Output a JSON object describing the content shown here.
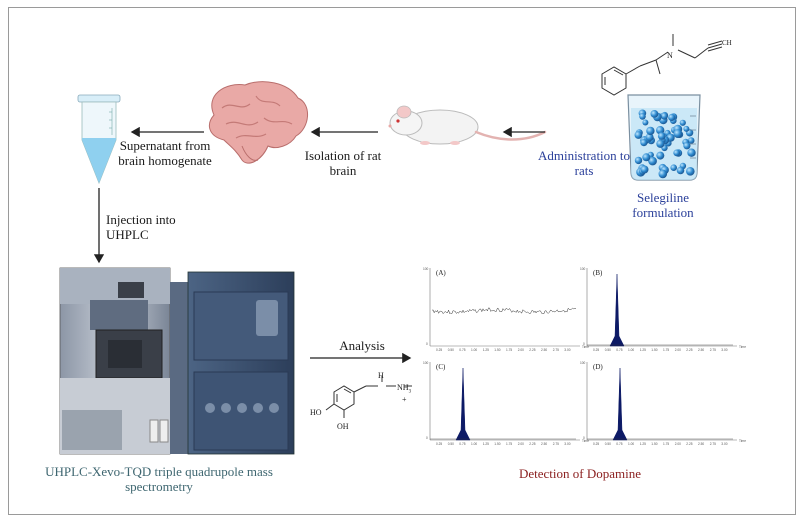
{
  "flow": {
    "supernatant_label": "Supernatant from brain homogenate",
    "isolation_label": "Isolation of rat brain",
    "administration_label": "Administration to rats",
    "formulation_label": "Selegiline formulation",
    "injection_label": "Injection into UHPLC",
    "analysis_label": "Analysis",
    "instrument_label": "UHPLC-Xevo-TQD triple quadrupole mass spectrometry",
    "detection_label": "Detection of Dopamine"
  },
  "chromatograms": {
    "panels": [
      {
        "tag": "(A)",
        "peak": false
      },
      {
        "tag": "(B)",
        "peak": true
      },
      {
        "tag": "(C)",
        "peak": true
      },
      {
        "tag": "(D)",
        "peak": true
      }
    ],
    "x_ticks": [
      "0.25",
      "0.50",
      "0.75",
      "1.00",
      "1.25",
      "1.50",
      "1.75",
      "2.00",
      "2.25",
      "2.50",
      "2.75",
      "3.00"
    ],
    "x_unit": "Time",
    "y_top": "100",
    "y_zero": "0",
    "peak_color": "#0d1a66"
  },
  "molecules": {
    "selegiline_atoms": {
      "n": "N",
      "ch": "CH"
    },
    "dopamine_atoms": {
      "h": "H",
      "nh": "NH",
      "sub3": "3",
      "plus": "+",
      "oh1": "HO",
      "oh2": "OH"
    }
  },
  "colors": {
    "formulation_text": "#2a3f9a",
    "instrument_text": "#3e6670",
    "detection_text": "#8b1f1f",
    "tube_liquid": "#8fd0ef",
    "beaker_beads": "#2f8bd0",
    "brain": "#e8a7a5"
  },
  "icons": [
    "test-tube-icon",
    "brain-icon",
    "rat-icon",
    "beaker-icon",
    "instrument-icon"
  ]
}
